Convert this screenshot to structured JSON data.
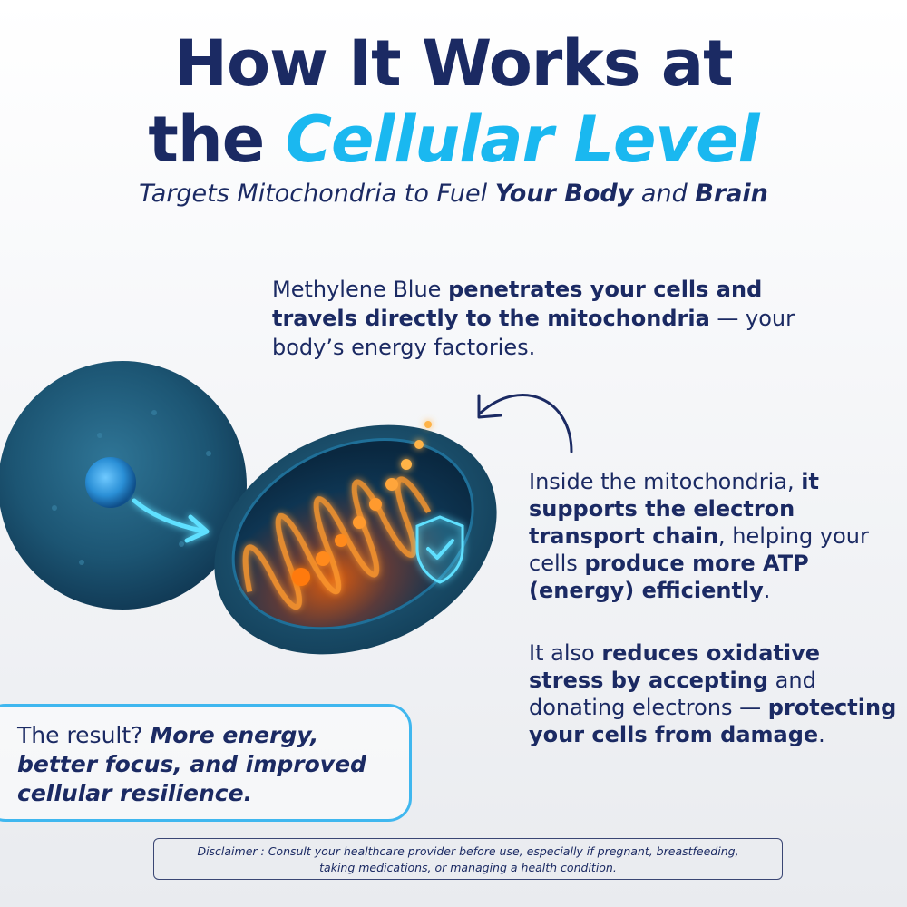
{
  "title": {
    "line1": "How It Works at",
    "line2_prefix": "the ",
    "line2_accent": "Cellular Level"
  },
  "subtitle": {
    "part1": "Targets Mitochondria to Fuel ",
    "bold1": "Your Body",
    "part2": " and ",
    "bold2": "Brain"
  },
  "paragraph1": {
    "part1": "Methylene Blue ",
    "bold1": "penetrates your cells and travels directly to the mitochondria",
    "part2": " — your body’s energy factories."
  },
  "paragraph2": {
    "part1": "Inside the mitochondria, ",
    "bold1": "it supports the electron transport chain",
    "part2": ", helping your cells ",
    "bold2": "produce more ATP (energy) efficiently",
    "part3": "."
  },
  "paragraph3": {
    "part1": "It also ",
    "bold1": "reduces oxidative stress by accepting",
    "part2": " and donating electrons — ",
    "bold2": "protecting your cells from damage",
    "part3": "."
  },
  "result": {
    "part1": "The result? ",
    "bold1": "More energy, better focus, and improved cellular resilience."
  },
  "disclaimer": {
    "line1": "Disclaimer : Consult your healthcare provider before use, especially if pregnant, breastfeeding,",
    "line2": "taking medications, or managing a health condition."
  },
  "colors": {
    "navy": "#1b2a63",
    "accent": "#1ab8f0",
    "glow_orange": "#ff8a1a",
    "cell_blue": "#1f5a78"
  }
}
